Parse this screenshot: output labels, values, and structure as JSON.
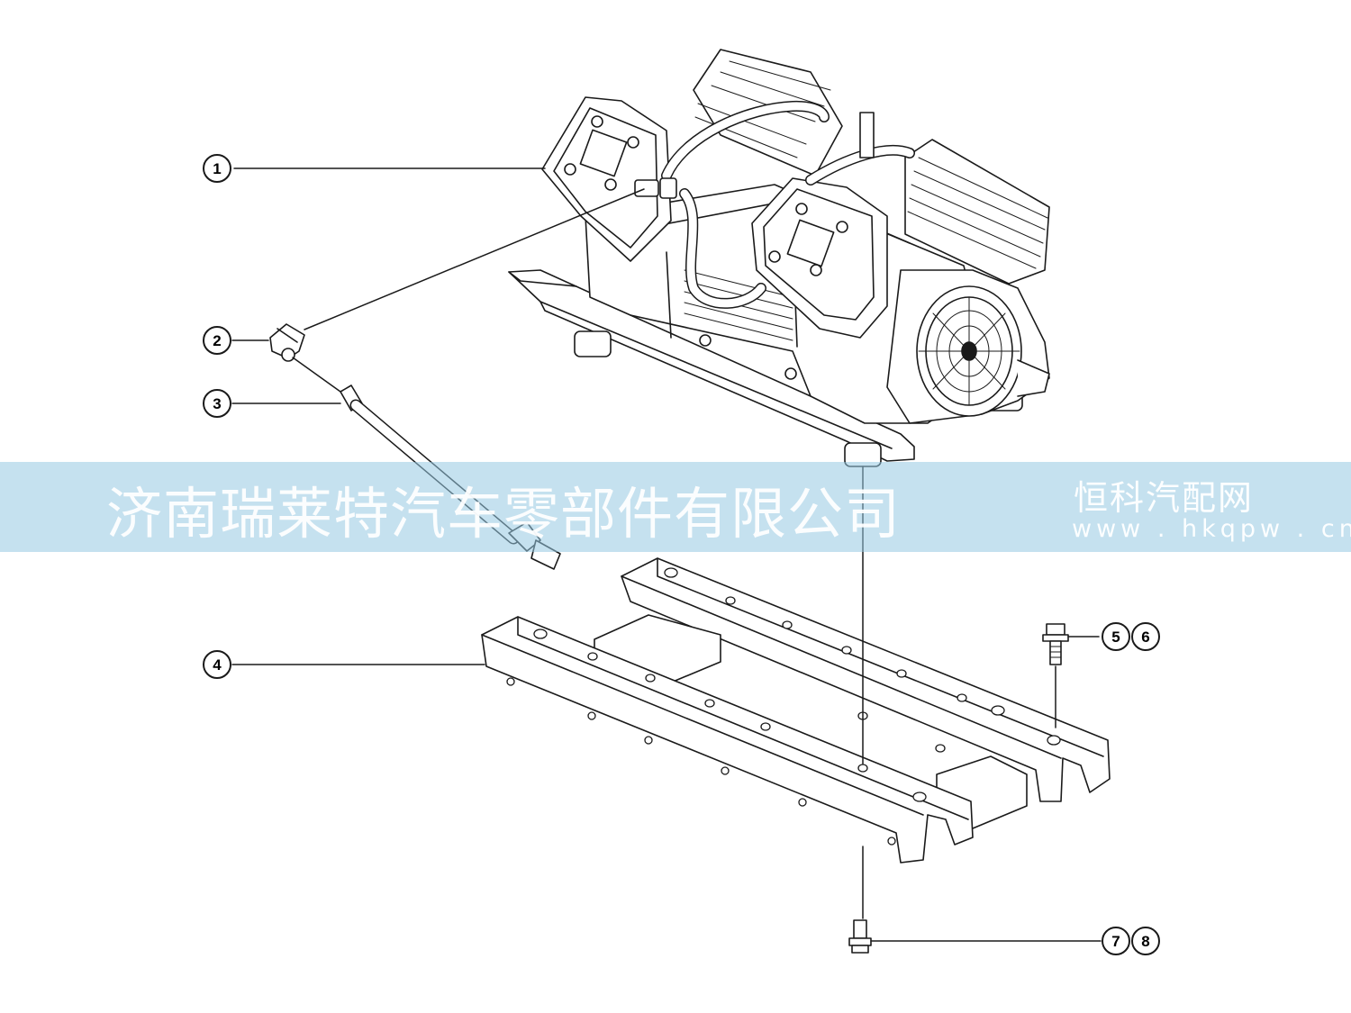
{
  "callouts": {
    "c1": "1",
    "c2": "2",
    "c3": "3",
    "c4": "4",
    "c5": "5",
    "c6": "6",
    "c7": "7",
    "c8": "8"
  },
  "watermark": {
    "company": "济南瑞莱特汽车零部件有限公司",
    "brand": "恒科汽配网",
    "url": "www.hkqpw.cn"
  },
  "colors": {
    "line": "#1a1a1a",
    "watermark_band": "#96c8e1"
  }
}
